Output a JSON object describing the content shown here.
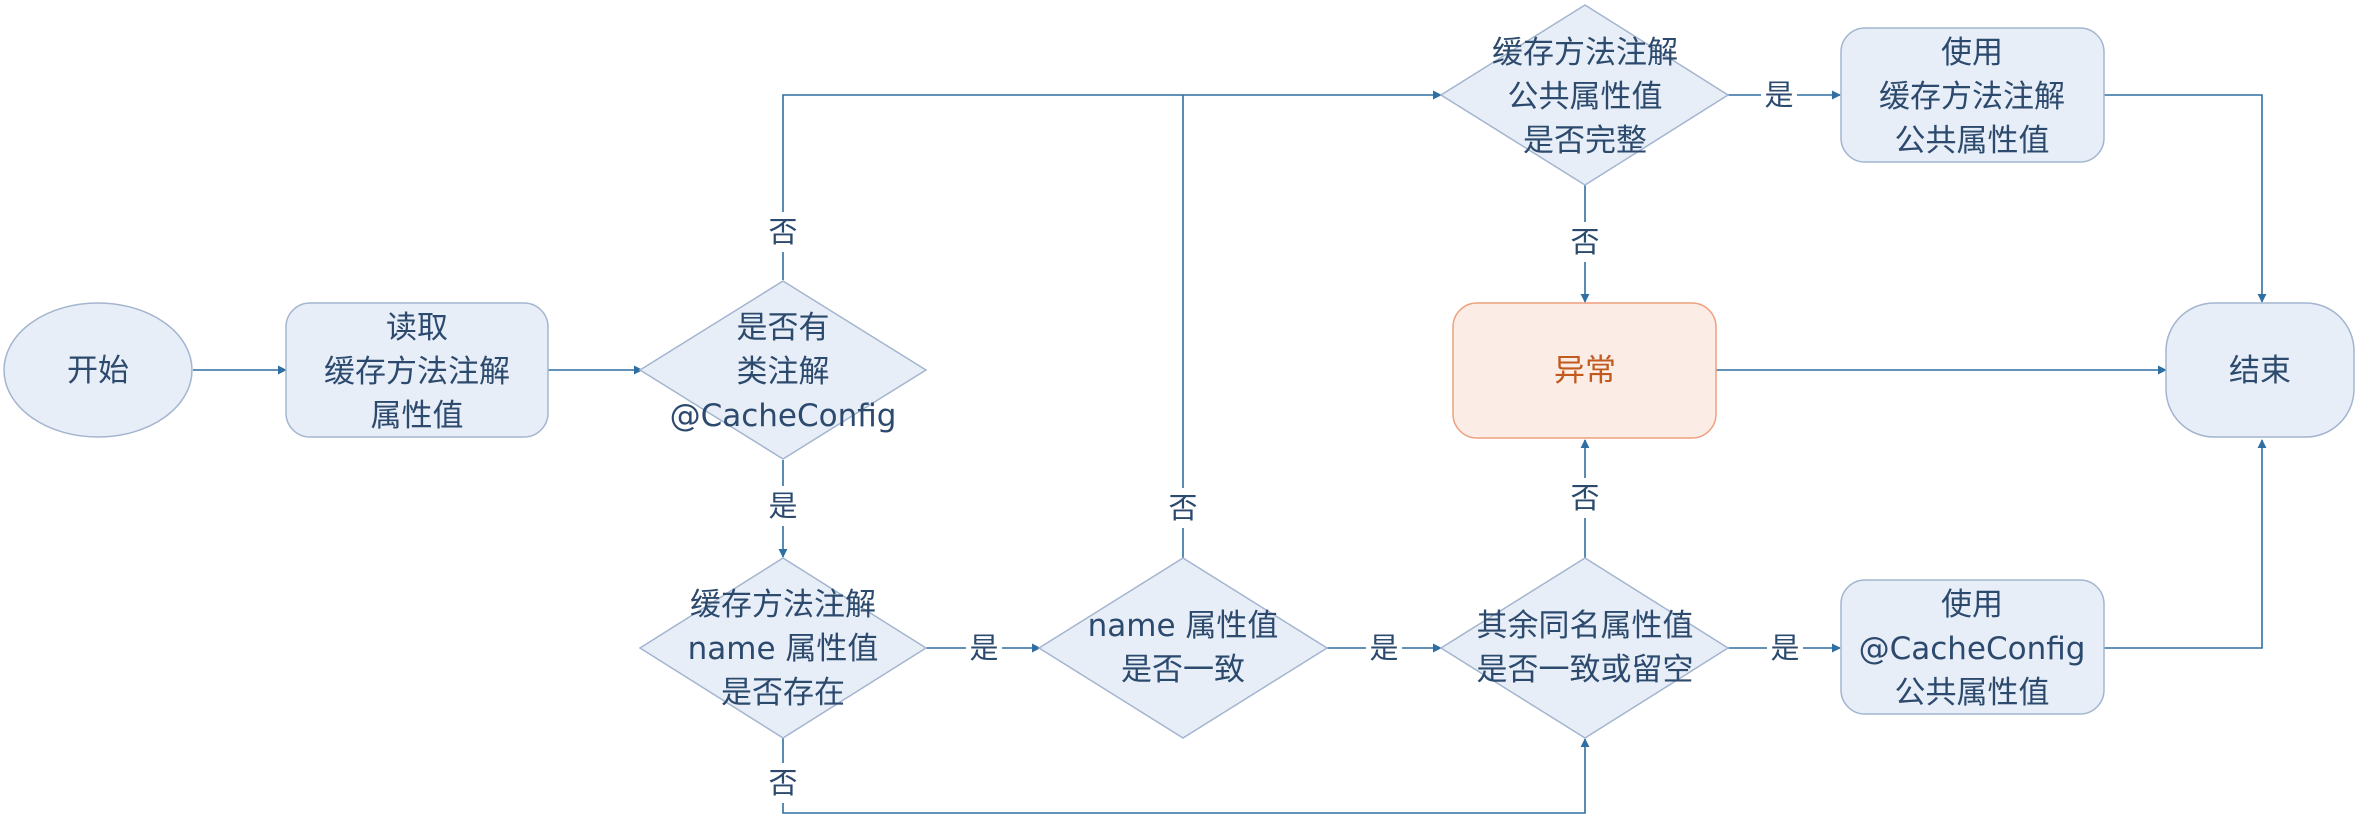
{
  "colors": {
    "node_fill": "#e8eef7",
    "node_stroke": "#a3b5cf",
    "error_fill": "#fbece6",
    "error_stroke": "#ef9f7e",
    "error_text": "#c25a1e",
    "edge": "#2f6fa2",
    "text": "#2c4a6e"
  },
  "nodes": {
    "start": {
      "lines": [
        "开始"
      ]
    },
    "read": {
      "lines": [
        "读取",
        "缓存方法注解",
        "属性值"
      ]
    },
    "has_class_annotation": {
      "lines": [
        "是否有",
        "类注解",
        "@CacheConfig"
      ]
    },
    "name_exists": {
      "lines": [
        "缓存方法注解",
        "name 属性值",
        "是否存在"
      ]
    },
    "name_consistent": {
      "lines": [
        "name 属性值",
        "是否一致"
      ]
    },
    "others_consistent": {
      "lines": [
        "其余同名属性值",
        "是否一致或留空"
      ]
    },
    "use_cacheconfig": {
      "lines": [
        "使用",
        "@CacheConfig",
        "公共属性值"
      ]
    },
    "method_complete": {
      "lines": [
        "缓存方法注解",
        "公共属性值",
        "是否完整"
      ]
    },
    "use_method": {
      "lines": [
        "使用",
        "缓存方法注解",
        "公共属性值"
      ]
    },
    "error": {
      "lines": [
        "异常"
      ]
    },
    "end": {
      "lines": [
        "结束"
      ]
    }
  },
  "edge_labels": {
    "class_no": "否",
    "class_yes": "是",
    "name_exists_yes": "是",
    "name_exists_no": "否",
    "name_consistent_yes": "是",
    "name_consistent_no": "否",
    "others_yes": "是",
    "others_no": "否",
    "complete_yes": "是",
    "complete_no": "否"
  }
}
